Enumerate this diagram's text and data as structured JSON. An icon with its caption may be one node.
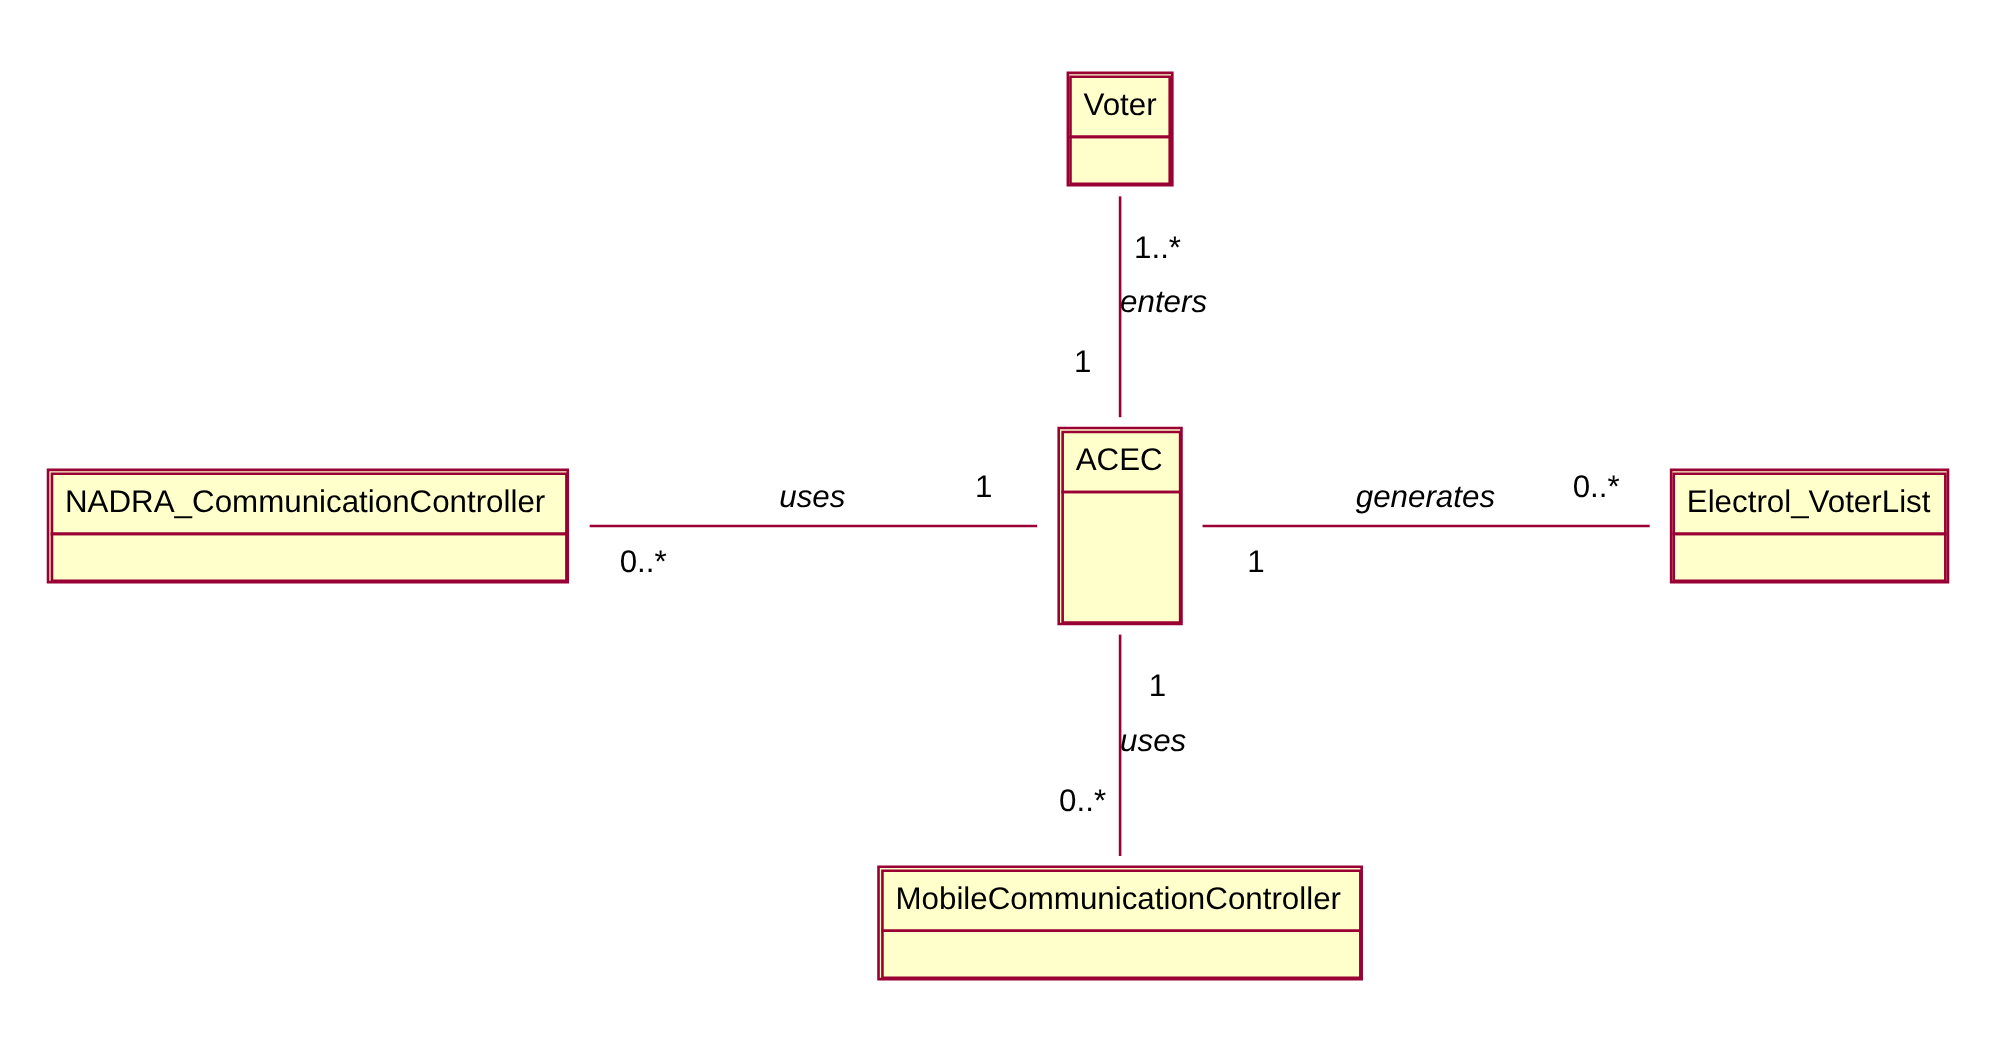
{
  "diagram": {
    "nodes": [
      {
        "text": [
          "Voter"
        ]
      },
      {
        "text": [
          "NADRA_CommunicationController"
        ]
      },
      {
        "text": [
          "ACEC"
        ]
      },
      {
        "text": [
          "Electrol_VoterList"
        ]
      },
      {
        "text": [
          "MobileCommunicationController"
        ]
      }
    ],
    "edges": [
      {
        "from": 0,
        "to": 2,
        "arrow": "none",
        "label": "enters"
      },
      {
        "from": 1,
        "to": 2,
        "arrow": "none",
        "label": "uses"
      },
      {
        "from": 2,
        "to": 3,
        "arrow": "none",
        "label": "generates"
      },
      {
        "from": 2,
        "to": 4,
        "arrow": "none",
        "label": "uses"
      }
    ],
    "labels": [
      "1..*",
      "1",
      "0..*",
      "1",
      "1",
      "0..*",
      "1",
      "0..*"
    ]
  }
}
